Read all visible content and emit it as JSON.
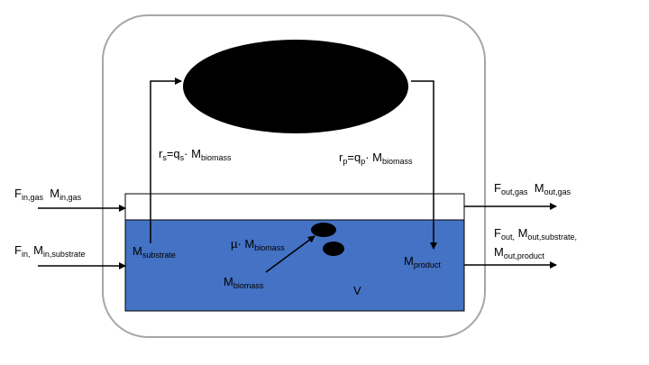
{
  "colors": {
    "liquid": "#4472c4",
    "outline": "#a6a6a6",
    "cell": "#000000"
  },
  "labels": {
    "f_in_gas": {
      "main1": "F",
      "sub1": "in,gas",
      "main2": "M",
      "sub2": "in,gas"
    },
    "f_in_sub": {
      "main1": "F",
      "sub1": "in,",
      "main2": " M",
      "sub2": "in,substrate"
    },
    "rs": {
      "t1": "r",
      "s1": "s",
      "t2": "=q",
      "s2": "s",
      "t3": "· M",
      "s3": "biomass"
    },
    "rp": {
      "t1": "r",
      "s1": "p",
      "t2": "=q",
      "s2": "p",
      "t3": "· M",
      "s3": "biomass"
    },
    "m_substrate": {
      "main": "M",
      "sub": "substrate"
    },
    "mu": {
      "main": "µ· M",
      "sub": "biomass"
    },
    "m_biomass": {
      "main": "M",
      "sub": "biomass"
    },
    "volume": "V",
    "m_product": {
      "main": "M",
      "sub": "product"
    },
    "f_out_gas": {
      "main1": "F",
      "sub1": "out,gas",
      "main2": "M",
      "sub2": "out,gas"
    },
    "f_out_liq_line1": {
      "main1": "F",
      "sub1": "out,",
      "main2": " M",
      "sub2": "out,substrate,"
    },
    "f_out_liq_line2": {
      "main": "M",
      "sub": "out,product"
    }
  }
}
